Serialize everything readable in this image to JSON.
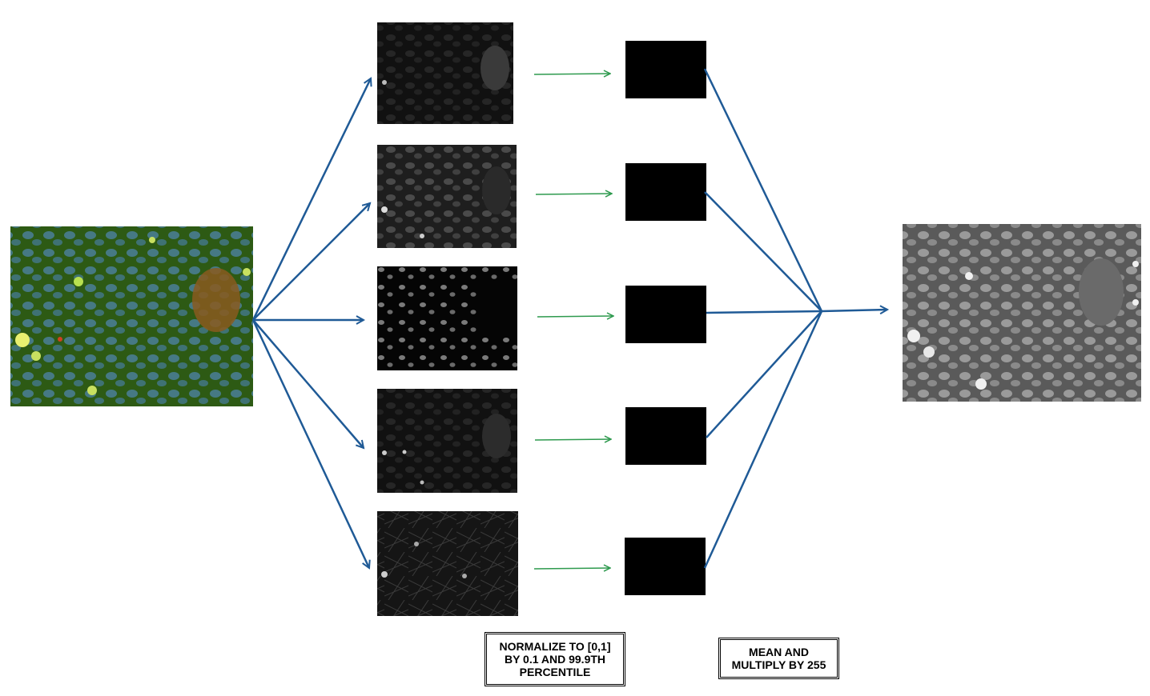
{
  "labels": {
    "normalize": "NORMALIZE TO [0,1]\nBY 0.1 AND 99.9TH\nPERCENTILE",
    "mean": "MEAN AND\nMULTIPLY BY 255"
  },
  "nodes": {
    "input_image": "composite-fluorescence-image",
    "channels": [
      "channel-1-image",
      "channel-2-image",
      "channel-3-nuclei-image",
      "channel-4-image",
      "channel-5-image"
    ],
    "normalized": [
      "normalized-1",
      "normalized-2",
      "normalized-3",
      "normalized-4",
      "normalized-5"
    ],
    "output_image": "grayscale-output-image"
  },
  "colors": {
    "blue_arrow": "#1f5a96",
    "green_arrow": "#2e9a4e",
    "box_fill": "#000000"
  }
}
